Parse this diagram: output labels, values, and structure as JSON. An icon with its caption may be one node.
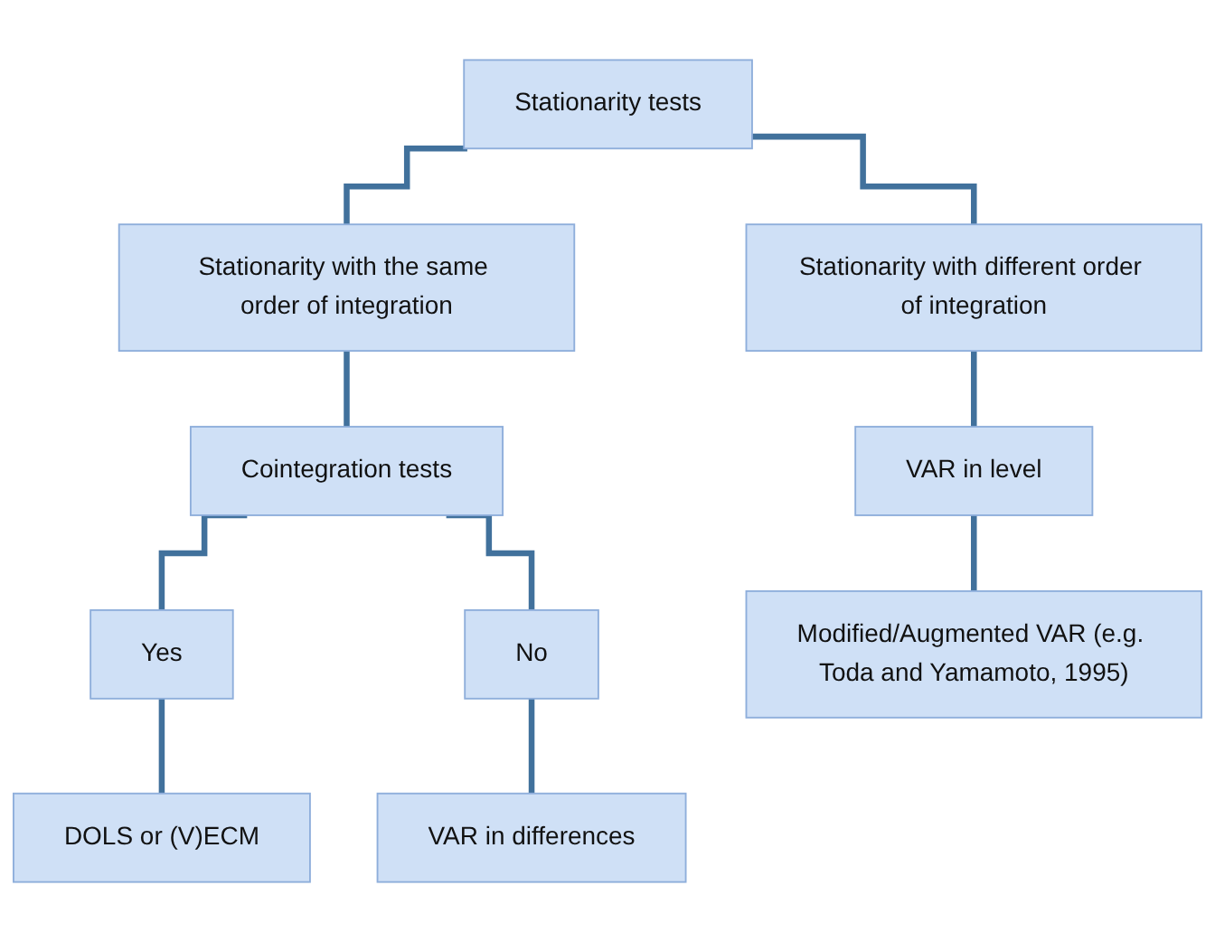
{
  "diagram": {
    "nodes": [
      {
        "text": [
          "Stationarity tests"
        ]
      },
      {
        "text": [
          "Stationarity with the same order of integration"
        ]
      },
      {
        "text": [
          "Stationarity with different order of integration"
        ]
      },
      {
        "text": [
          "Cointegration tests"
        ]
      },
      {
        "text": [
          "VAR in level"
        ]
      },
      {
        "text": [
          "Yes"
        ]
      },
      {
        "text": [
          "No"
        ]
      },
      {
        "text": [
          "Modified/Augmented VAR (e.g. Toda and Yamamoto, 1995)"
        ]
      },
      {
        "text": [
          "DOLS or (V)ECM"
        ]
      },
      {
        "text": [
          "VAR in differences"
        ]
      }
    ],
    "edges": [
      {
        "from": 0,
        "to": 1,
        "arrow": "none"
      },
      {
        "from": 0,
        "to": 2,
        "arrow": "none"
      },
      {
        "from": 1,
        "to": 3,
        "arrow": "none"
      },
      {
        "from": 2,
        "to": 4,
        "arrow": "none"
      },
      {
        "from": 3,
        "to": 5,
        "arrow": "none"
      },
      {
        "from": 3,
        "to": 6,
        "arrow": "none"
      },
      {
        "from": 4,
        "to": 7,
        "arrow": "none"
      },
      {
        "from": 5,
        "to": 8,
        "arrow": "none"
      },
      {
        "from": 6,
        "to": 9,
        "arrow": "none"
      }
    ]
  }
}
